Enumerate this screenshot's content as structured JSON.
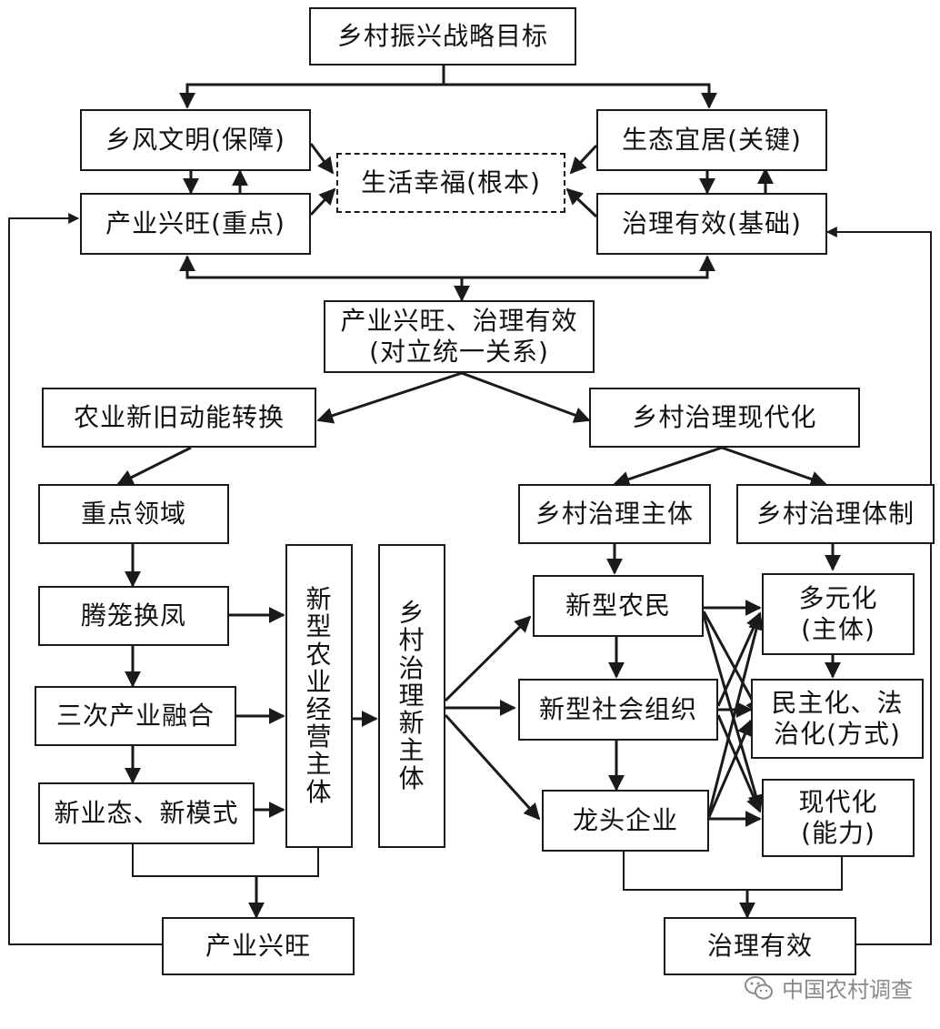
{
  "nodes": {
    "goal": "乡村振兴战略目标",
    "xiangfeng": "乡风文明(保障)",
    "chanye_top": "产业兴旺(重点)",
    "shenghuo": "生活幸福(根本)",
    "shengtai": "生态宜居(关键)",
    "zhili_top": "治理有效(基础)",
    "relation_line1": "产业兴旺、治理有效",
    "relation_line2": "(对立统一关系)",
    "nongye": "农业新旧动能转换",
    "xiangcun_modern": "乡村治理现代化",
    "zhongdian": "重点领域",
    "tenglong": "腾笼换凤",
    "sanci": "三次产业融合",
    "xinye": "新业态、新模式",
    "xinxing_nongye": [
      "新",
      "型",
      "农",
      "业",
      "经",
      "营",
      "主",
      "体"
    ],
    "xiangcun_xinzhuti": [
      "乡",
      "村",
      "治",
      "理",
      "新",
      "主",
      "体"
    ],
    "zhuti": "乡村治理主体",
    "tizhi": "乡村治理体制",
    "nongmin": "新型农民",
    "shehui": "新型社会组织",
    "longtou": "龙头企业",
    "duoyuan_line1": "多元化",
    "duoyuan_line2": "(主体)",
    "minzhu_line1": "民主化、法",
    "minzhu_line2": "治化(方式)",
    "xiandai_line1": "现代化",
    "xiandai_line2": "(能力)",
    "chanye_bottom": "产业兴旺",
    "zhili_bottom": "治理有效"
  },
  "watermark": {
    "text": "中国农村调查",
    "icon": "wechat-icon"
  }
}
